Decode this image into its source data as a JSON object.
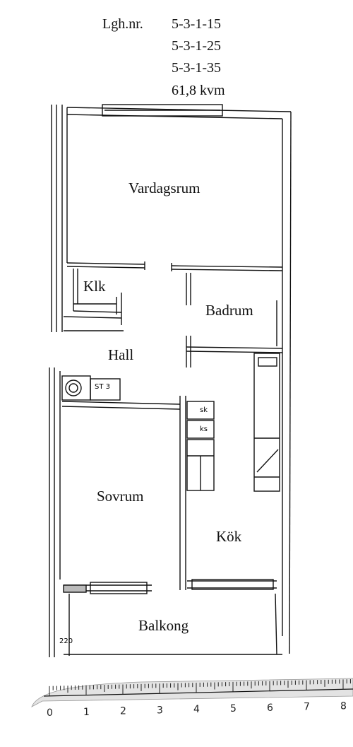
{
  "header": {
    "label": "Lgh.nr.",
    "units": [
      "5-3-1-15",
      "5-3-1-25",
      "5-3-1-35"
    ],
    "area": "61,8 kvm"
  },
  "rooms": {
    "vardagsrum": "Vardagsrum",
    "klk": "Klk",
    "badrum": "Badrum",
    "hall": "Hall",
    "sovrum": "Sovrum",
    "kok": "Kök",
    "balkong": "Balkong"
  },
  "fixtures": {
    "st3": "ST 3",
    "sk": "sk",
    "ks": "ks",
    "dim": "220"
  },
  "ruler": {
    "numbers": [
      "0",
      "1",
      "2",
      "3",
      "4",
      "5",
      "6",
      "7",
      "8"
    ]
  }
}
